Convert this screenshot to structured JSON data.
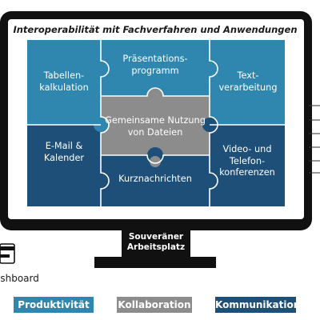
{
  "screen": {
    "title": "Interoperabilität mit Fachverfahren und Anwendungen"
  },
  "tiles": {
    "tabellenkalkulation": "Tabellen-\nkalkulation",
    "praesentation": "Präsentations-\nprogramm",
    "textverarbeitung": "Text-\nverarbeitung",
    "nutzung": "Gemeinsame Nutzung\nvon Dateien",
    "email": "E-Mail &\nKalender",
    "kurznachrichten": "Kurznachrichten",
    "video": "Video- und\nTelefon-\nkonferenzen"
  },
  "stand": {
    "label": "Souveräner\nArbeitsplatz"
  },
  "dashboard": {
    "label": "ashboard"
  },
  "legend": [
    {
      "label": "Produktivität",
      "color": "#2f86ae"
    },
    {
      "label": "Kollaboration",
      "color": "#8c8c8c"
    },
    {
      "label": "Kommunikation",
      "color": "#1d4f79"
    }
  ],
  "colors": {
    "produktivitaet": "#2f86ae",
    "kollaboration": "#8c8c8c",
    "kommunikation": "#1d4f79",
    "monitor": "#111111"
  }
}
